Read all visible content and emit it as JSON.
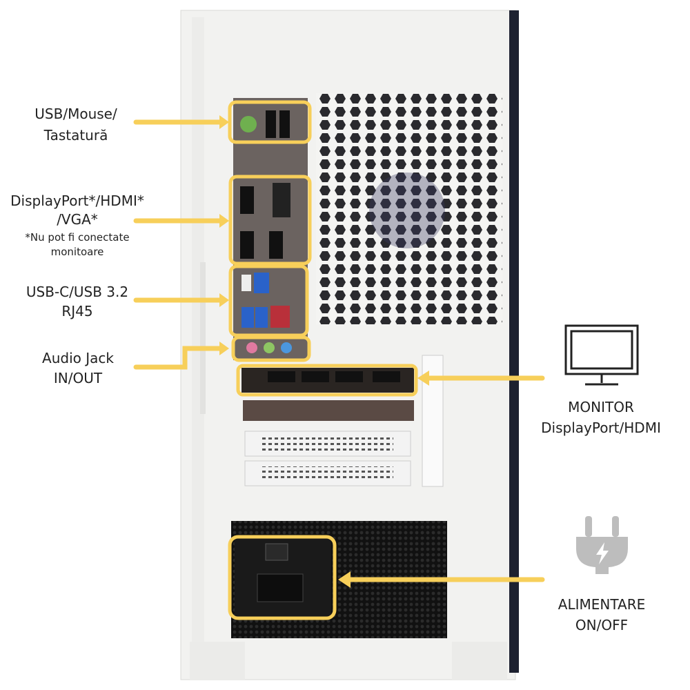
{
  "labels": {
    "usb_mouse": [
      "USB/Mouse/",
      "Tastatură"
    ],
    "display": [
      "DisplayPort*/HDMI*",
      "/VGA*"
    ],
    "display_note": [
      "*Nu pot fi conectate",
      "monitoare"
    ],
    "usbc": [
      "USB-C/USB 3.2",
      "RJ45"
    ],
    "audio": [
      "Audio Jack",
      "IN/OUT"
    ],
    "monitor": [
      "MONITOR",
      "DisplayPort/HDMI"
    ],
    "power": [
      "ALIMENTARE",
      "ON/OFF"
    ]
  },
  "icons": {
    "monitor": "monitor-icon",
    "plug": "power-plug-icon"
  },
  "colors": {
    "highlight": "#f7cf5a",
    "case": "#f2f2f0",
    "io_shield": "#6b6360",
    "psu": "#1c1c1c",
    "icon_gray": "#bdbdbd"
  }
}
